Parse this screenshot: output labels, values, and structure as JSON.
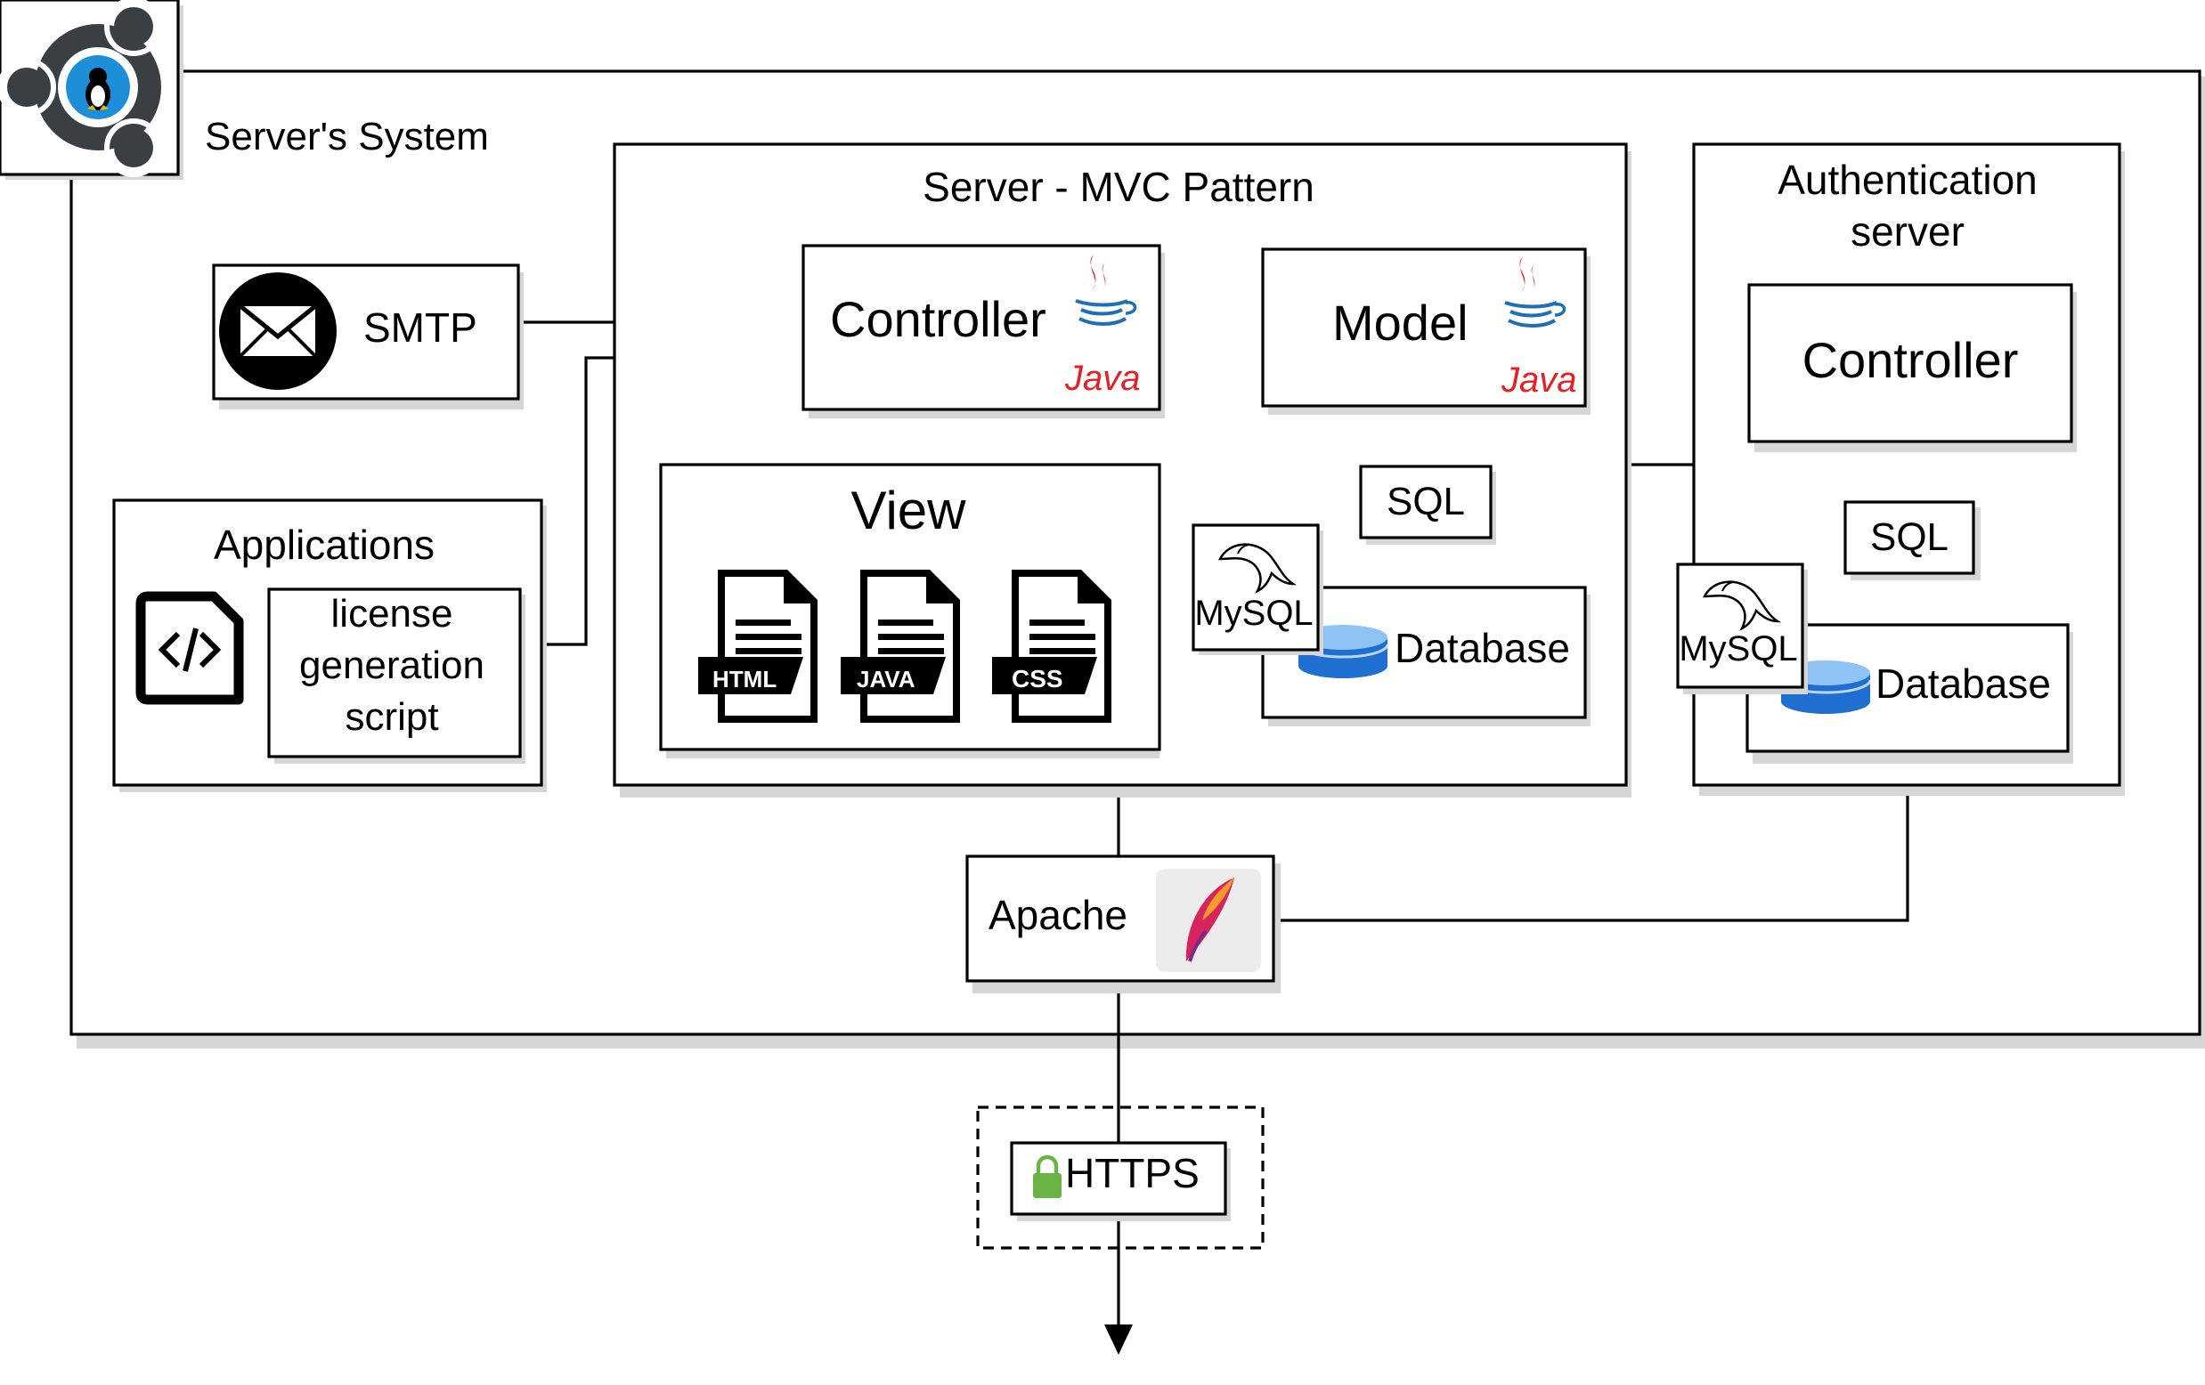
{
  "system": {
    "title": "Server's System"
  },
  "mvc": {
    "title": "Server - MVC Pattern",
    "controller": {
      "label": "Controller",
      "badge": "Java"
    },
    "model": {
      "label": "Model",
      "badge": "Java"
    },
    "view": {
      "label": "View",
      "files": [
        "HTML",
        "JAVA",
        "CSS"
      ]
    },
    "sql": "SQL",
    "mysql": "MySQL",
    "database": "Database"
  },
  "smtp": {
    "label": "SMTP"
  },
  "applications": {
    "title": "Applications",
    "script_lines": [
      "license",
      "generation",
      "script"
    ]
  },
  "auth": {
    "title_lines": [
      "Authentication",
      "server"
    ],
    "controller": "Controller",
    "sql": "SQL",
    "mysql": "MySQL",
    "database": "Database"
  },
  "apache": {
    "label": "Apache"
  },
  "https": {
    "label": "HTTPS"
  },
  "colors": {
    "java_red": "#e51f24",
    "java_blue": "#1f6fb2",
    "db_blue": "#1e6fd0",
    "lock_green": "#6ab344",
    "ubuntu_dark": "#3a3f44",
    "tux_blue": "#1d8fd8"
  }
}
